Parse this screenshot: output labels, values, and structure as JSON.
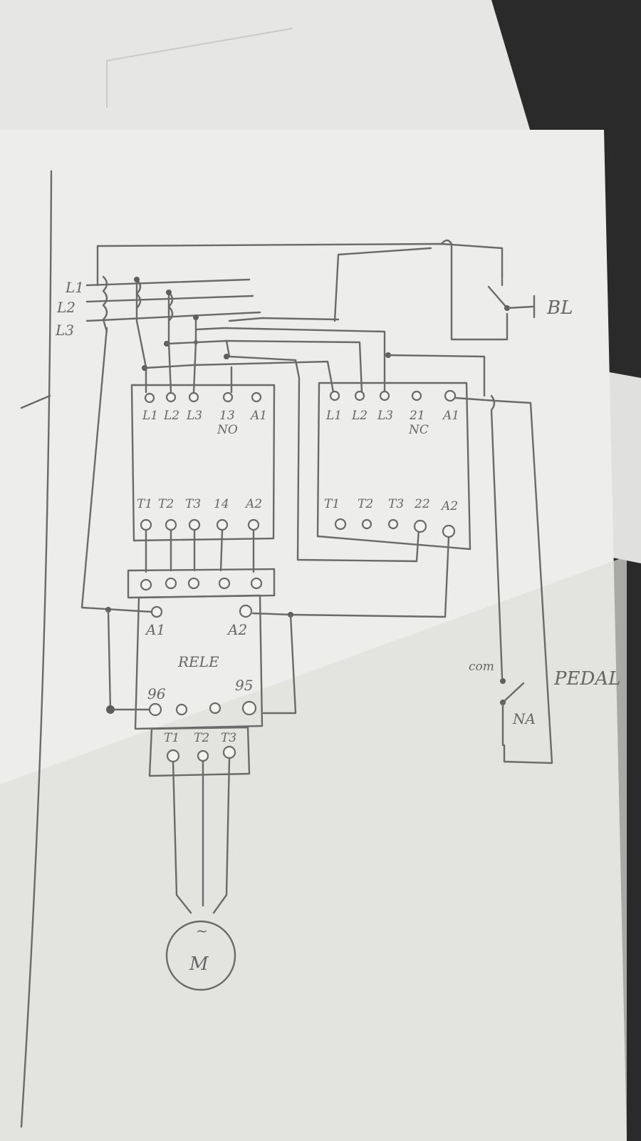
{
  "supply": {
    "l1": "L1",
    "l2": "L2",
    "l3": "L3"
  },
  "contactor1": {
    "top": [
      "L1",
      "L2",
      "L3",
      "13",
      "A1"
    ],
    "top_sub": "NO",
    "bottom": [
      "T1",
      "T2",
      "T3",
      "14",
      "A2"
    ]
  },
  "contactor2": {
    "top": [
      "L1",
      "L2",
      "L3",
      "21",
      "A1"
    ],
    "top_sub": "NC",
    "bottom": [
      "T1",
      "T2",
      "T3",
      "22",
      "A2"
    ]
  },
  "relay": {
    "title": "RELE",
    "coil": [
      "A1",
      "A2"
    ],
    "contacts": [
      "96",
      "95"
    ],
    "outputs": [
      "T1",
      "T2",
      "T3"
    ]
  },
  "button": {
    "label": "BL"
  },
  "pedal": {
    "label": "PEDAL",
    "com": "com",
    "na": "NA"
  },
  "motor": {
    "symbol": "M",
    "tilde": "~"
  }
}
